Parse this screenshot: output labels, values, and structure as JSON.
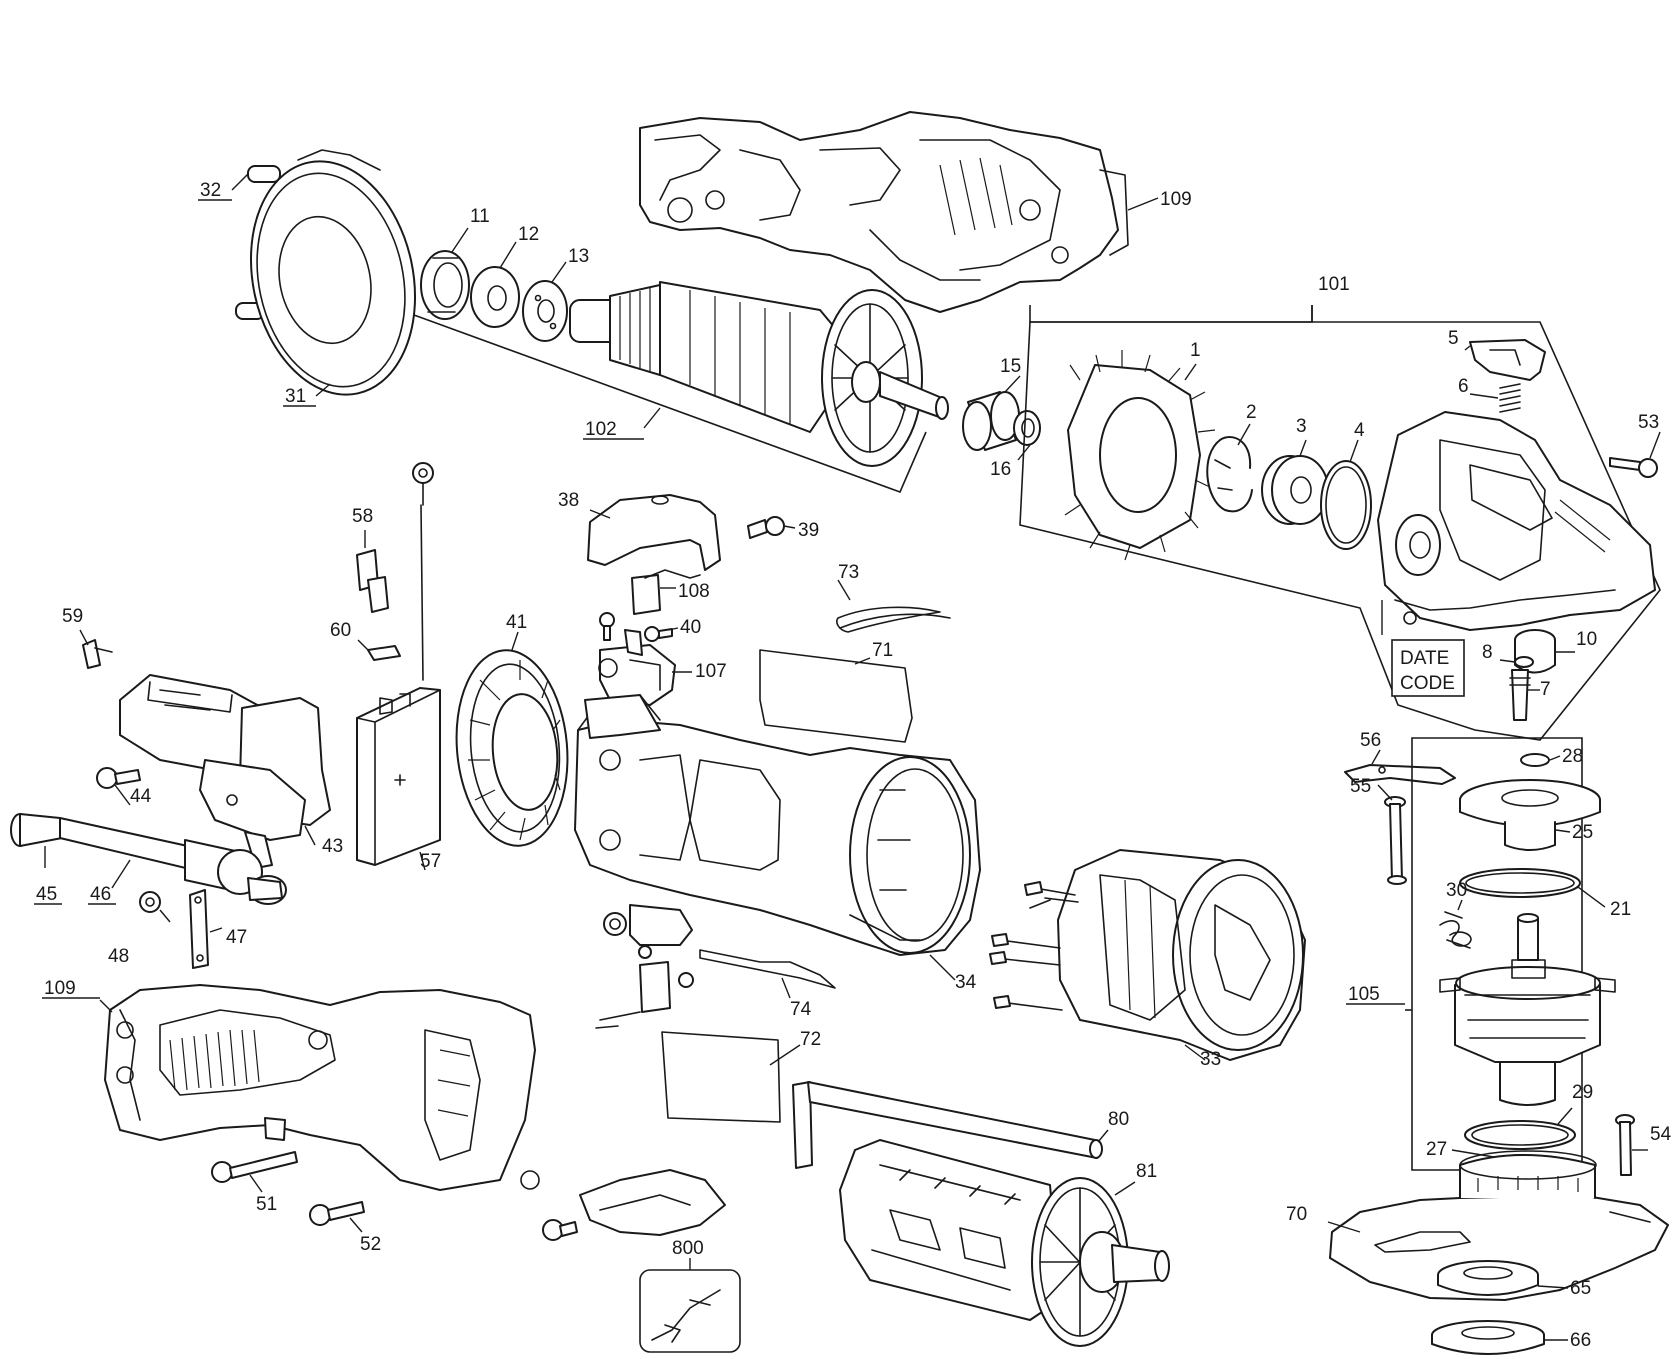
{
  "diagram": {
    "labels": [
      {
        "id": "l32",
        "text": "32"
      },
      {
        "id": "l31",
        "text": "31"
      },
      {
        "id": "l11",
        "text": "11"
      },
      {
        "id": "l12",
        "text": "12"
      },
      {
        "id": "l13",
        "text": "13"
      },
      {
        "id": "l102",
        "text": "102"
      },
      {
        "id": "l15",
        "text": "15"
      },
      {
        "id": "l16",
        "text": "16"
      },
      {
        "id": "l109a",
        "text": "109"
      },
      {
        "id": "l101",
        "text": "101"
      },
      {
        "id": "l1",
        "text": "1"
      },
      {
        "id": "l2",
        "text": "2"
      },
      {
        "id": "l3",
        "text": "3"
      },
      {
        "id": "l4",
        "text": "4"
      },
      {
        "id": "l5",
        "text": "5"
      },
      {
        "id": "l6",
        "text": "6"
      },
      {
        "id": "l53",
        "text": "53"
      },
      {
        "id": "l10",
        "text": "10"
      },
      {
        "id": "l8",
        "text": "8"
      },
      {
        "id": "l7",
        "text": "7"
      },
      {
        "id": "l58",
        "text": "58"
      },
      {
        "id": "l59",
        "text": "59"
      },
      {
        "id": "l60",
        "text": "60"
      },
      {
        "id": "l38",
        "text": "38"
      },
      {
        "id": "l39",
        "text": "39"
      },
      {
        "id": "l108",
        "text": "108"
      },
      {
        "id": "l73",
        "text": "73"
      },
      {
        "id": "l40",
        "text": "40"
      },
      {
        "id": "l41",
        "text": "41"
      },
      {
        "id": "l71",
        "text": "71"
      },
      {
        "id": "l107",
        "text": "107"
      },
      {
        "id": "l56",
        "text": "56"
      },
      {
        "id": "l55",
        "text": "55"
      },
      {
        "id": "l28",
        "text": "28"
      },
      {
        "id": "l25",
        "text": "25"
      },
      {
        "id": "l21",
        "text": "21"
      },
      {
        "id": "l30",
        "text": "30"
      },
      {
        "id": "l105",
        "text": "105"
      },
      {
        "id": "l29",
        "text": "29"
      },
      {
        "id": "l27",
        "text": "27"
      },
      {
        "id": "l54",
        "text": "54"
      },
      {
        "id": "l44",
        "text": "44"
      },
      {
        "id": "l43",
        "text": "43"
      },
      {
        "id": "l57",
        "text": "57"
      },
      {
        "id": "l45",
        "text": "45"
      },
      {
        "id": "l46",
        "text": "46"
      },
      {
        "id": "l48",
        "text": "48"
      },
      {
        "id": "l47",
        "text": "47"
      },
      {
        "id": "l109b",
        "text": "109"
      },
      {
        "id": "l34",
        "text": "34"
      },
      {
        "id": "l33",
        "text": "33"
      },
      {
        "id": "l74",
        "text": "74"
      },
      {
        "id": "l72",
        "text": "72"
      },
      {
        "id": "l80",
        "text": "80"
      },
      {
        "id": "l81",
        "text": "81"
      },
      {
        "id": "l51",
        "text": "51"
      },
      {
        "id": "l52",
        "text": "52"
      },
      {
        "id": "l800",
        "text": "800"
      },
      {
        "id": "l70",
        "text": "70"
      },
      {
        "id": "l65",
        "text": "65"
      },
      {
        "id": "l66",
        "text": "66"
      }
    ],
    "date_code": {
      "line1": "DATE",
      "line2": "CODE"
    }
  }
}
